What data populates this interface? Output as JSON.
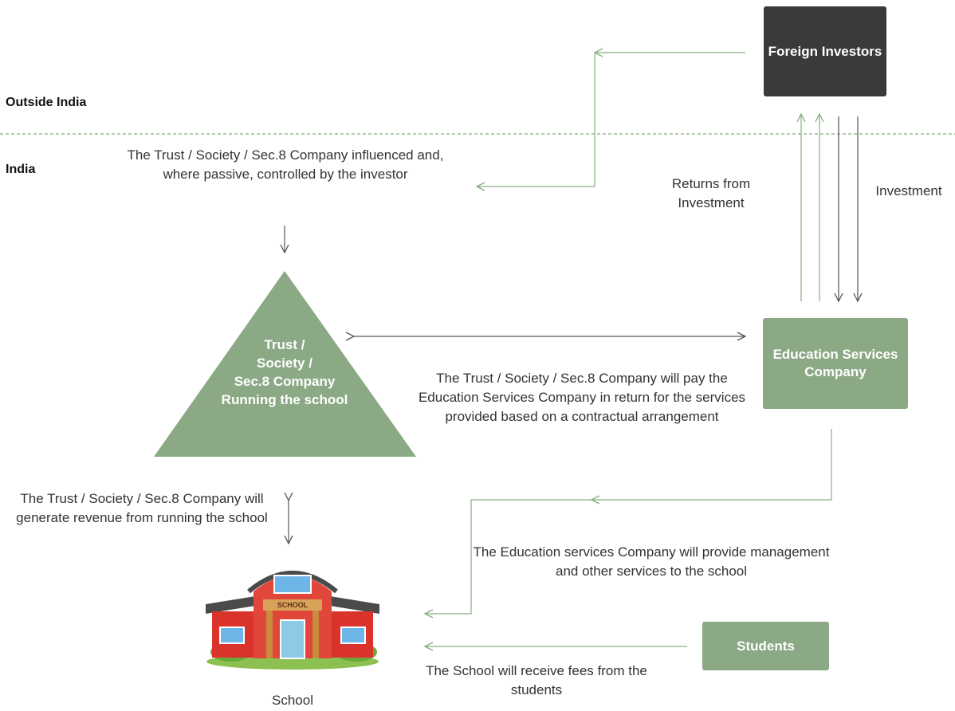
{
  "regions": {
    "outside": "Outside India",
    "inside": "India"
  },
  "nodes": {
    "foreign_investors": "Foreign Investors",
    "education_services": "Education Services Company",
    "trust": [
      "Trust /",
      "Society /",
      "Sec.8 Company",
      "Running the school"
    ],
    "students": "Students",
    "school": "School"
  },
  "captions": {
    "trust_control": "The Trust / Society / Sec.8 Company influenced and, where passive, controlled by the investor",
    "returns": "Returns from Investment",
    "investment": "Investment",
    "pay_services": "The Trust / Society / Sec.8 Company will pay the Education Services Company in return for the services provided based on a contractual arrangement",
    "generate_revenue": "The Trust / Society / Sec.8 Company will generate revenue from running the school",
    "provide_services": "The Education services Company will provide management and other services to the school",
    "receive_fees": "The School will receive fees from the students"
  },
  "school_sign": "SCHOOL",
  "colors": {
    "green": "#8aa984",
    "green_line": "#86ad80",
    "dark_box": "#3a3a3a",
    "gray_line": "#555555",
    "divider": "#86ad80"
  }
}
